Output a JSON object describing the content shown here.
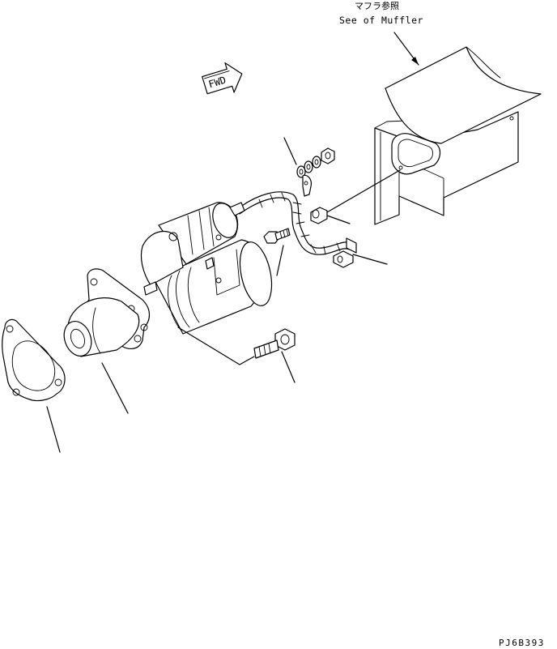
{
  "callout": {
    "japanese": "マフラ参照",
    "english": "See of Muffler"
  },
  "direction_marker": "FWD",
  "drawing_code": "PJ6B393"
}
